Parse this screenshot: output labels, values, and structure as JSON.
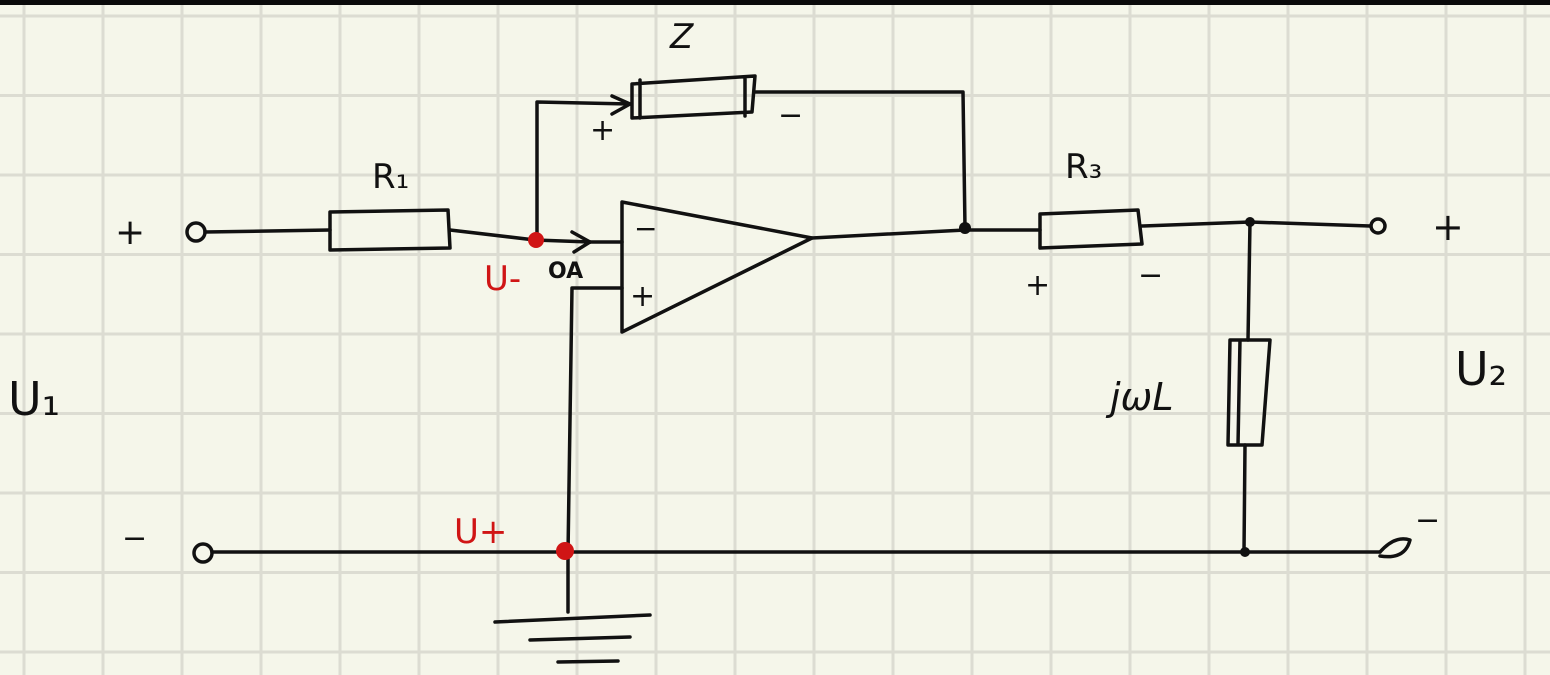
{
  "colors": {
    "ink": "#111111",
    "accent": "#d01515",
    "paper": "#f5f6ea",
    "grid": "#dcdcd2"
  },
  "labels": {
    "impedance": "Z",
    "z_plus": "+",
    "z_minus": "−",
    "r1": "R₁",
    "r3": "R₃",
    "r3_plus": "+",
    "r3_minus": "−",
    "in_plus": "+",
    "in_minus": "−",
    "out_plus": "+",
    "out_minus": "−",
    "u_minus": "U-",
    "u_plus": "U+",
    "opamp": "OA",
    "opamp_inv": "−",
    "opamp_noninv": "+",
    "u1": "U₁",
    "u2": "U₂",
    "inductor": "jωL"
  }
}
